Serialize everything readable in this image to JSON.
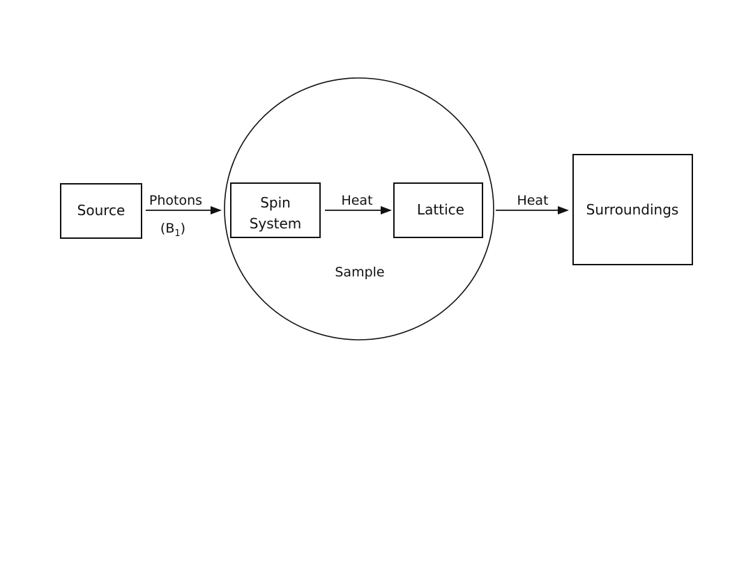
{
  "diagram": {
    "nodes": {
      "source": "Source",
      "spin_line1": "Spin",
      "spin_line2": "System",
      "lattice": "Lattice",
      "surroundings": "Surroundings",
      "sample": "Sample"
    },
    "edges": {
      "source_to_spin_label": "Photons",
      "source_to_spin_sublabel_main": "(B",
      "source_to_spin_sublabel_sub": "1",
      "source_to_spin_sublabel_close": ")",
      "spin_to_lattice_label": "Heat",
      "lattice_to_surroundings_label": "Heat"
    },
    "colors": {
      "ink": "#111111",
      "background": "#ffffff"
    }
  }
}
